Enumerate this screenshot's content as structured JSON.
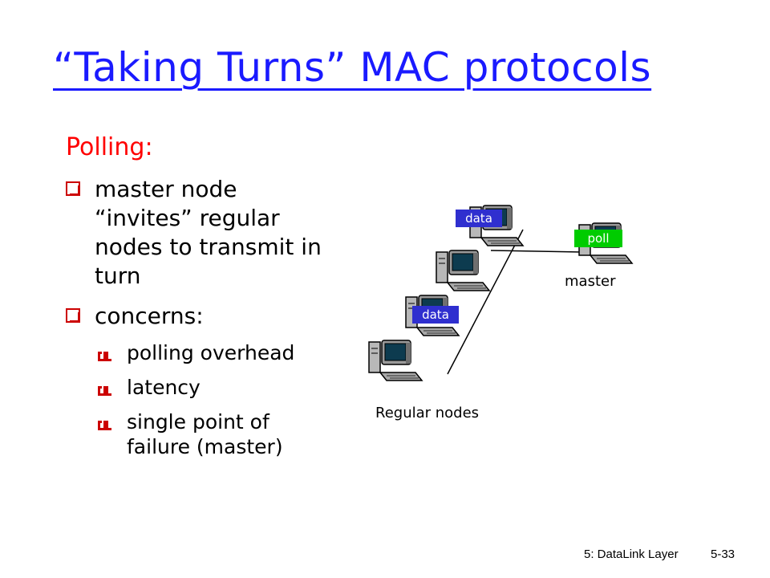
{
  "slide": {
    "title": "“Taking Turns” MAC protocols",
    "subhead": "Polling:",
    "bullets": [
      "master node “invites” regular nodes to transmit in turn",
      "concerns:"
    ],
    "sub_bullets": [
      "polling overhead",
      "latency",
      "single point of failure (master)"
    ]
  },
  "diagram": {
    "tags": {
      "data_top": "data",
      "data_lower": "data",
      "poll": "poll"
    },
    "labels": {
      "master": "master",
      "regular": "Regular nodes"
    },
    "colors": {
      "data_tag": "#2f2fcf",
      "poll_tag": "#00cc00"
    }
  },
  "footer": {
    "chapter": "5: DataLink Layer",
    "page": "5-33"
  }
}
